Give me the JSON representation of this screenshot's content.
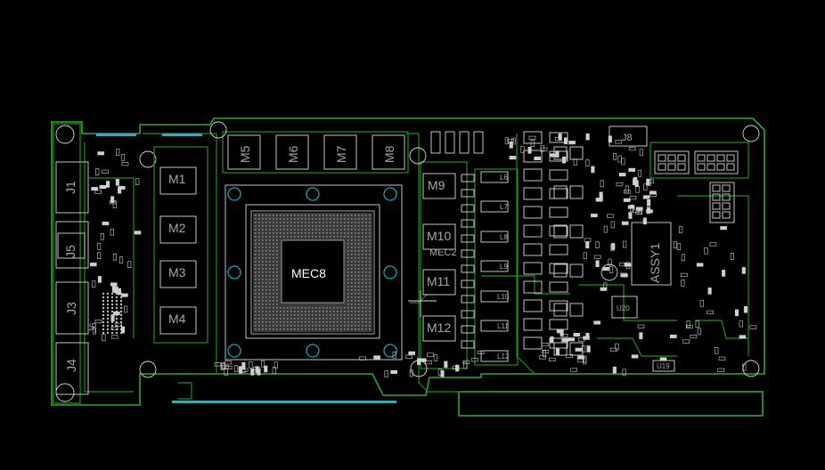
{
  "board": {
    "gpu_label": "MEC8",
    "mec2_label": "MEC2",
    "assy_label": "ASSY1",
    "memory_left": [
      "M1",
      "M2",
      "M3",
      "M4"
    ],
    "memory_top": [
      "M5",
      "M6",
      "M7",
      "M8"
    ],
    "memory_right": [
      "M9",
      "M10",
      "M11",
      "M12"
    ],
    "connectors": [
      "J1",
      "J5",
      "J3",
      "J4",
      "J6",
      "J8"
    ],
    "inductors": [
      "L6",
      "L7",
      "L8",
      "L9",
      "L10",
      "L11",
      "L12"
    ],
    "ic_labels": [
      "U20",
      "U19"
    ],
    "colors": {
      "background": "#000000",
      "trace_green": "#1f8f1f",
      "silkscreen": "#d9d9d9",
      "mount_hole": "#16a6b6"
    }
  }
}
